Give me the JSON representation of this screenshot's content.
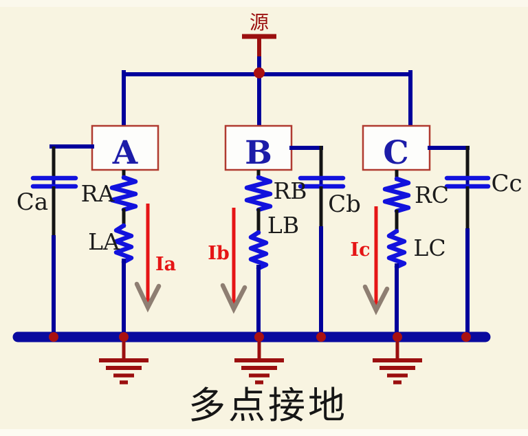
{
  "diagram": {
    "source_label": "源",
    "caption": "多点接地",
    "phases": [
      {
        "box": "A",
        "resistor": "RA",
        "inductor": "LA",
        "current": "Ia",
        "capacitor": "Ca"
      },
      {
        "box": "B",
        "resistor": "RB",
        "inductor": "LB",
        "current": "Ib",
        "capacitor": "Cb"
      },
      {
        "box": "C",
        "resistor": "RC",
        "inductor": "LC",
        "current": "Ic",
        "capacitor": "Cc"
      }
    ],
    "colors": {
      "background": "#f8f4e1",
      "wire_blue": "#00009b",
      "component_blue": "#1212dd",
      "bus_blue": "#0a0a9e",
      "dark_red": "#9b0f0f",
      "junction_dot_red": "#aa1111",
      "box_border_red": "#b03a30",
      "phase_letter_blue": "#1c1ca8",
      "current_arrow_red": "#e51515",
      "arrowhead_grey": "#8e7e72",
      "label_black": "#1c1c1c"
    }
  }
}
